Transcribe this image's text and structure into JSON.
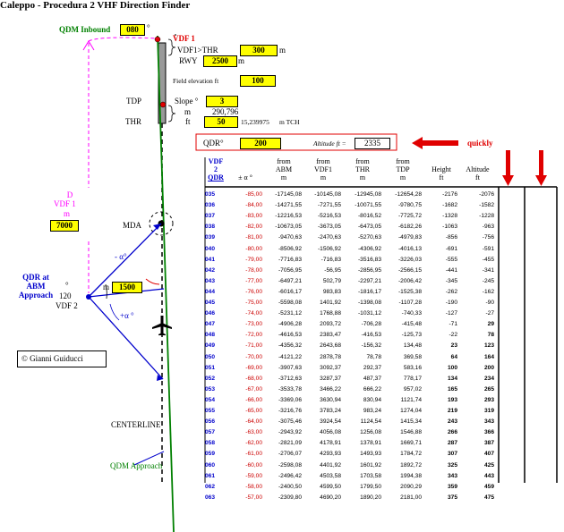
{
  "title": "Caleppo - Procedura 2 VHF Direction Finder",
  "inputs": {
    "qdm_inbound": {
      "label": "QDM Inbound",
      "value": "080",
      "unit": "°"
    },
    "vdf1_thr": {
      "label": "VDF1>THR",
      "value": "300",
      "unit": "m"
    },
    "rwy": {
      "label": "RWY",
      "value": "2500",
      "unit": "m"
    },
    "field_elevation": {
      "label": "Field elevation ft",
      "value": "100"
    },
    "slope": {
      "label": "Slope °",
      "value": "3"
    },
    "slope_m": {
      "label": "m",
      "value": "290,796"
    },
    "thr_ft": {
      "label": "ft",
      "value": "50",
      "extra": "15,239975",
      "extra_unit": "m TCH"
    },
    "qdr": {
      "label": "QDR°",
      "value": "200"
    },
    "altitude": {
      "label": "Altitude ft =",
      "value": "2335"
    },
    "vdf1_dist": {
      "label1": "D",
      "label2": "VDF 1",
      "label3": "m",
      "value": "7000"
    },
    "abm_dist": {
      "unit": "m",
      "value": "1500"
    }
  },
  "labels": {
    "vdf1": "VDF 1",
    "tdp": "TDP",
    "thr": "THR",
    "mda": "MDA",
    "qdr_abm": [
      "QDR at",
      "ABM",
      "Approach"
    ],
    "deg_sym": "°",
    "qdr_abm_val": "120",
    "vdf2": "VDF 2",
    "minus_alpha": "- α°",
    "plus_alpha": "+α °",
    "centerline": "CENTERLINE",
    "qdm_approach": "QDM Approach",
    "copyright": "© Gianni Guiducci",
    "quickly": "quickly"
  },
  "table": {
    "headers": [
      [
        "VDF",
        "2",
        "QDR"
      ],
      [
        "",
        "",
        "± α °"
      ],
      [
        "from",
        "ABM",
        "m"
      ],
      [
        "from",
        "VDF1",
        "m"
      ],
      [
        "from",
        "THR",
        "m"
      ],
      [
        "from",
        "TDP",
        "m"
      ],
      [
        "",
        "Height",
        "ft"
      ],
      [
        "",
        "Altitude",
        "ft"
      ]
    ],
    "rows": [
      [
        "035",
        "-85,00",
        "-17145,08",
        "-10145,08",
        "-12945,08",
        "-12654,28",
        "-2176",
        "-2076"
      ],
      [
        "036",
        "-84,00",
        "-14271,55",
        "-7271,55",
        "-10071,55",
        "-9780,75",
        "-1682",
        "-1582"
      ],
      [
        "037",
        "-83,00",
        "-12216,53",
        "-5216,53",
        "-8016,52",
        "-7725,72",
        "-1328",
        "-1228"
      ],
      [
        "038",
        "-82,00",
        "-10673,05",
        "-3673,05",
        "-6473,05",
        "-6182,26",
        "-1063",
        "-963"
      ],
      [
        "039",
        "-81,00",
        "-9470,63",
        "-2470,63",
        "-5270,63",
        "-4979,83",
        "-856",
        "-756"
      ],
      [
        "040",
        "-80,00",
        "-8506,92",
        "-1506,92",
        "-4306,92",
        "-4016,13",
        "-691",
        "-591"
      ],
      [
        "041",
        "-79,00",
        "-7716,83",
        "-716,83",
        "-3516,83",
        "-3226,03",
        "-555",
        "-455"
      ],
      [
        "042",
        "-78,00",
        "-7056,95",
        "-56,95",
        "-2856,95",
        "-2566,15",
        "-441",
        "-341"
      ],
      [
        "043",
        "-77,00",
        "-6497,21",
        "502,79",
        "-2297,21",
        "-2006,42",
        "-345",
        "-245"
      ],
      [
        "044",
        "-76,00",
        "-6016,17",
        "983,83",
        "-1816,17",
        "-1525,38",
        "-262",
        "-162"
      ],
      [
        "045",
        "-75,00",
        "-5598,08",
        "1401,92",
        "-1398,08",
        "-1107,28",
        "-190",
        "-90"
      ],
      [
        "046",
        "-74,00",
        "-5231,12",
        "1768,88",
        "-1031,12",
        "-740,33",
        "-127",
        "-27"
      ],
      [
        "047",
        "-73,00",
        "-4906,28",
        "2093,72",
        "-706,28",
        "-415,48",
        "-71",
        "29"
      ],
      [
        "048",
        "-72,00",
        "-4616,53",
        "2383,47",
        "-416,53",
        "-125,73",
        "-22",
        "78"
      ],
      [
        "049",
        "-71,00",
        "-4356,32",
        "2643,68",
        "-156,32",
        "134,48",
        "23",
        "123"
      ],
      [
        "050",
        "-70,00",
        "-4121,22",
        "2878,78",
        "78,78",
        "369,58",
        "64",
        "164"
      ],
      [
        "051",
        "-69,00",
        "-3907,63",
        "3092,37",
        "292,37",
        "583,16",
        "100",
        "200"
      ],
      [
        "052",
        "-68,00",
        "-3712,63",
        "3287,37",
        "487,37",
        "778,17",
        "134",
        "234"
      ],
      [
        "053",
        "-67,00",
        "-3533,78",
        "3466,22",
        "666,22",
        "957,02",
        "165",
        "265"
      ],
      [
        "054",
        "-66,00",
        "-3369,06",
        "3630,94",
        "830,94",
        "1121,74",
        "193",
        "293"
      ],
      [
        "055",
        "-65,00",
        "-3216,76",
        "3783,24",
        "983,24",
        "1274,04",
        "219",
        "319"
      ],
      [
        "056",
        "-64,00",
        "-3075,46",
        "3924,54",
        "1124,54",
        "1415,34",
        "243",
        "343"
      ],
      [
        "057",
        "-63,00",
        "-2943,92",
        "4056,08",
        "1256,08",
        "1546,88",
        "266",
        "366"
      ],
      [
        "058",
        "-62,00",
        "-2821,09",
        "4178,91",
        "1378,91",
        "1669,71",
        "287",
        "387"
      ],
      [
        "059",
        "-61,00",
        "-2706,07",
        "4293,93",
        "1493,93",
        "1784,72",
        "307",
        "407"
      ],
      [
        "060",
        "-60,00",
        "-2598,08",
        "4401,92",
        "1601,92",
        "1892,72",
        "325",
        "425"
      ],
      [
        "061",
        "-59,00",
        "-2496,42",
        "4503,58",
        "1703,58",
        "1994,38",
        "343",
        "443"
      ],
      [
        "062",
        "-58,00",
        "-2400,50",
        "4599,50",
        "1799,50",
        "2090,29",
        "359",
        "459"
      ],
      [
        "063",
        "-57,00",
        "-2309,80",
        "4690,20",
        "1890,20",
        "2181,00",
        "375",
        "475"
      ]
    ]
  },
  "colors": {
    "input_bg": "#ffff00",
    "blue": "#0000cc",
    "red": "#cc0000",
    "green": "#008000",
    "magenta": "#ff00ff"
  }
}
